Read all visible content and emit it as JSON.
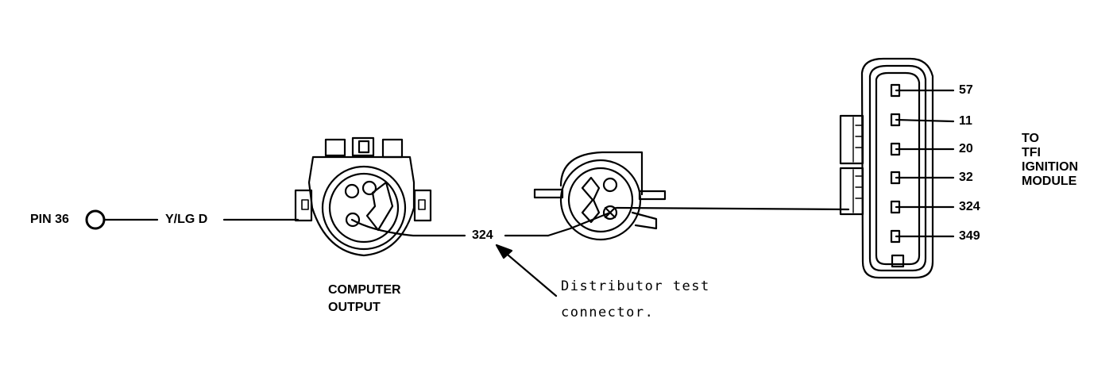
{
  "labels": {
    "pin": "PIN 36",
    "wire_color": "Y/LG D",
    "circuit_left": "324",
    "computer_line1": "COMPUTER",
    "computer_line2": "OUTPUT",
    "callout_line1": "Distributor test",
    "callout_line2": "connector.",
    "to_line1": "TO",
    "to_line2": "TFI",
    "to_line3": "IGNITION",
    "to_line4": "MODULE"
  },
  "module_pins": [
    "57",
    "11",
    "20",
    "32",
    "324",
    "349"
  ]
}
